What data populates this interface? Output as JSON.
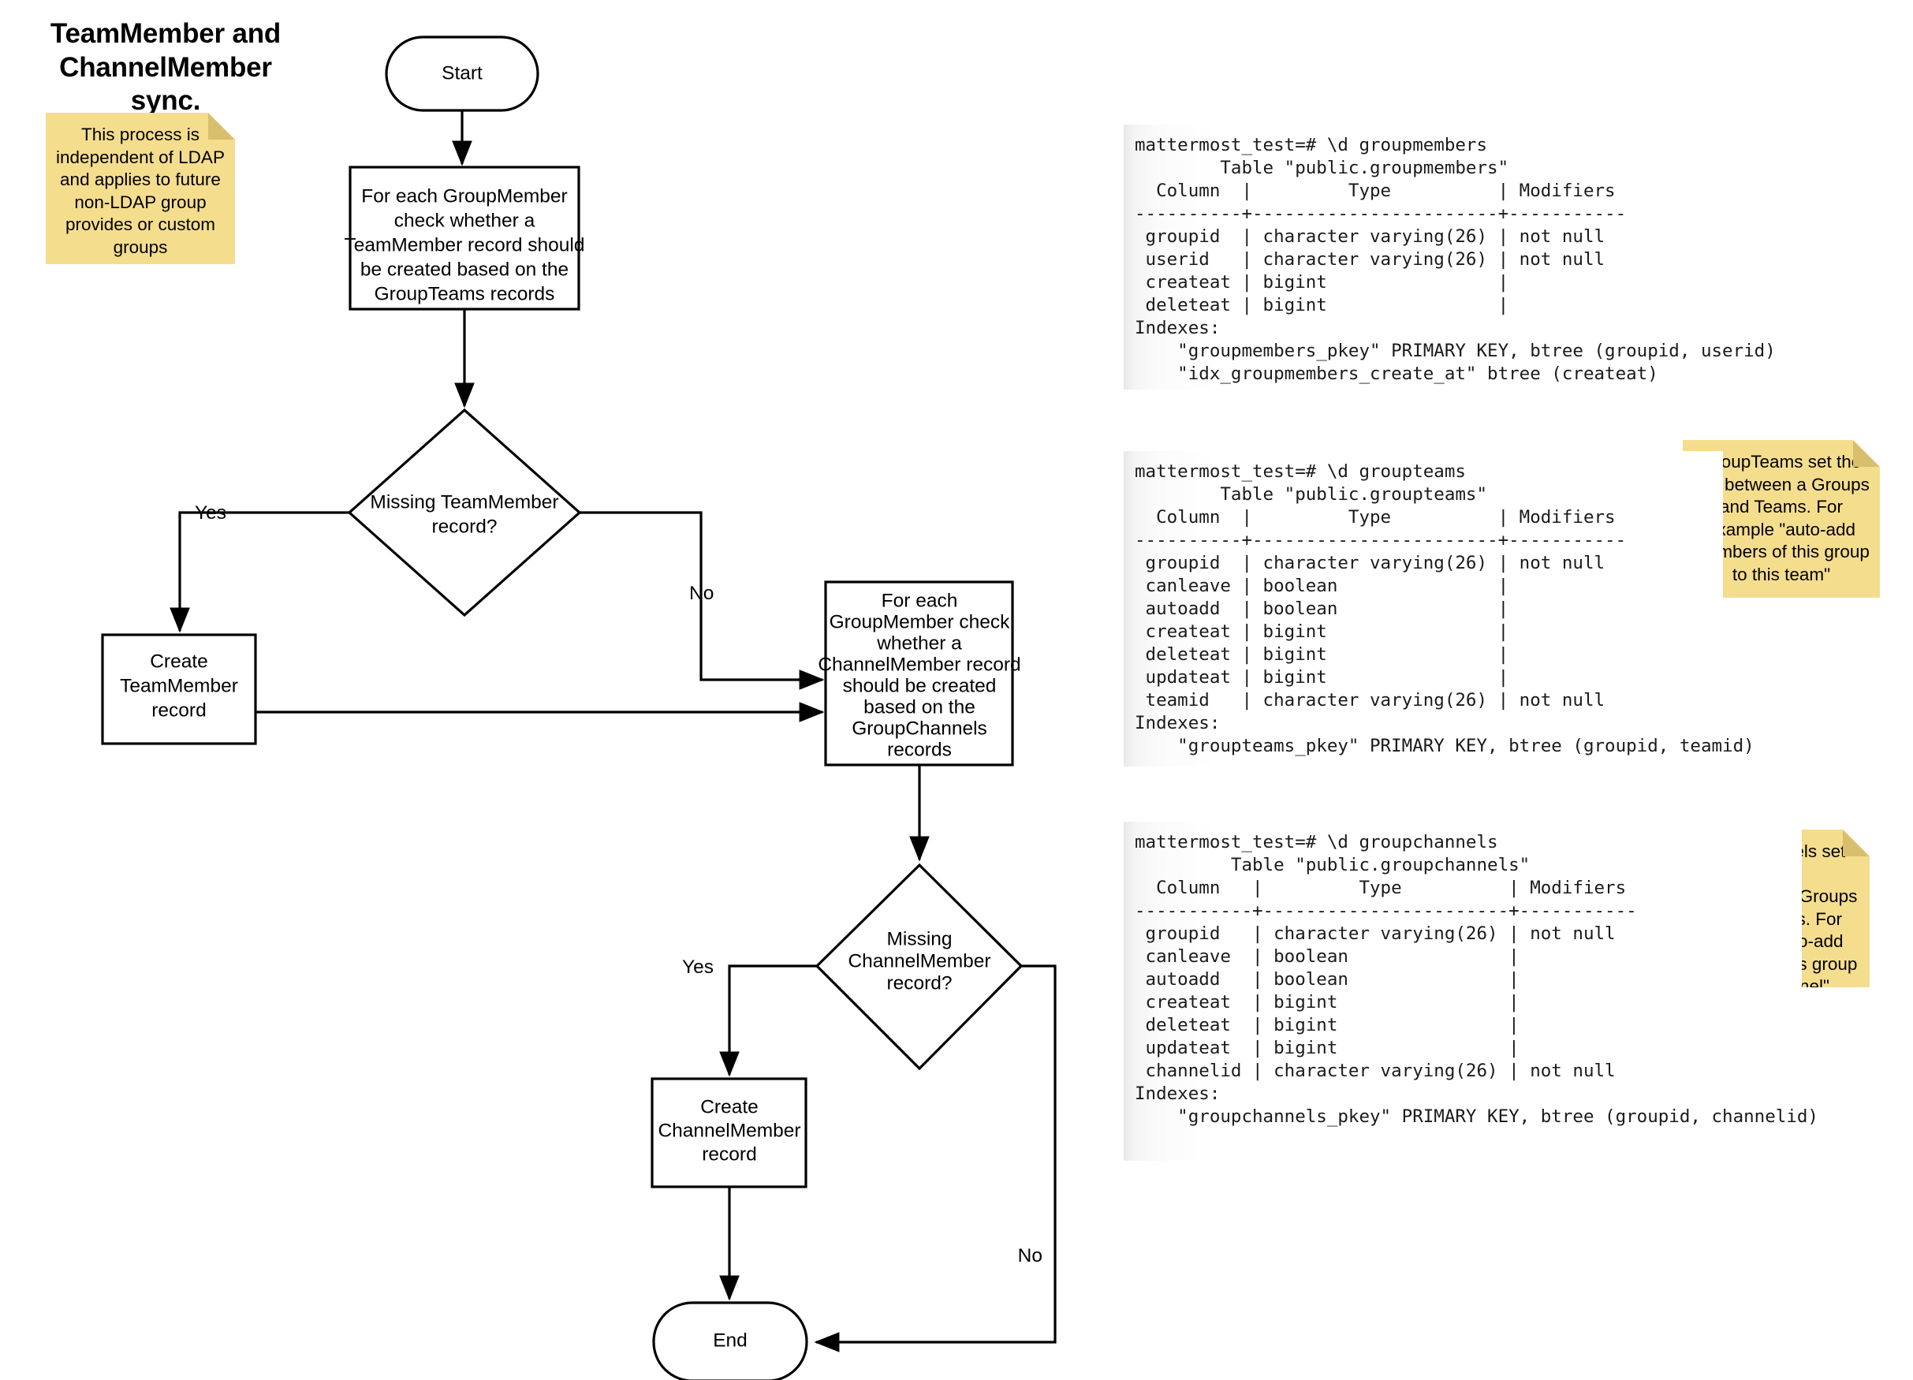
{
  "diagram": {
    "title_line1": "TeamMember and",
    "title_line2": "ChannelMember sync.",
    "nodes": {
      "start": "Start",
      "end": "End",
      "process_teammember": "For each GroupMember check whether a TeamMember record should be created based on the GroupTeams records",
      "process_teammember_lines": [
        "For each GroupMember",
        "check whether a",
        "TeamMember record should",
        "be created based on the",
        "GroupTeams records"
      ],
      "decision_teammember_lines": [
        "Missing TeamMember",
        "record?"
      ],
      "create_teammember_lines": [
        "Create",
        "TeamMember",
        "record"
      ],
      "process_channelmember_lines": [
        "For each",
        "GroupMember check",
        "whether a",
        "ChannelMember record",
        "should be created",
        "based on the",
        "GroupChannels",
        "records"
      ],
      "decision_channelmember_lines": [
        "Missing",
        "ChannelMember",
        "record?"
      ],
      "create_channelmember_lines": [
        "Create",
        "ChannelMember",
        "record"
      ]
    },
    "edge_labels": {
      "yes_teammember": "Yes",
      "no_teammember": "No",
      "yes_channelmember": "Yes",
      "no_channelmember": "No"
    }
  },
  "sticky_notes": [
    {
      "id": "ldap-note",
      "color": "#f5dd8e",
      "lines": [
        "This process is",
        "independent of LDAP",
        "and applies to future",
        "non-LDAP group",
        "provides or custom",
        "groups"
      ]
    },
    {
      "id": "groupteams-note",
      "color": "#f5dd8e",
      "lines": [
        "GroupTeams set the",
        "link between a Groups",
        "and Teams. For",
        "example \"auto-add",
        "members of this group",
        "to this team\""
      ]
    },
    {
      "id": "groupchannels-note",
      "color": "#f5dd8e",
      "lines": [
        "GroupChannels set the",
        "link between a Groups",
        "and Channels. For",
        "example \"auto-add",
        "members of this group",
        "to this channel\""
      ]
    }
  ],
  "terminals": [
    {
      "id": "groupmembers",
      "prompt": "mattermost_test=# \\d groupmembers",
      "text": "mattermost_test=# \\d groupmembers\n        Table \"public.groupmembers\"\n  Column  |         Type          | Modifiers\n----------+-----------------------+-----------\n groupid  | character varying(26) | not null\n userid   | character varying(26) | not null\n createat | bigint                |\n deleteat | bigint                |\nIndexes:\n    \"groupmembers_pkey\" PRIMARY KEY, btree (groupid, userid)\n    \"idx_groupmembers_create_at\" btree (createat)",
      "table_name": "public.groupmembers",
      "headers": [
        "Column",
        "Type",
        "Modifiers"
      ],
      "rows": [
        [
          "groupid",
          "character varying(26)",
          "not null"
        ],
        [
          "userid",
          "character varying(26)",
          "not null"
        ],
        [
          "createat",
          "bigint",
          ""
        ],
        [
          "deleteat",
          "bigint",
          ""
        ]
      ],
      "indexes": [
        "\"groupmembers_pkey\" PRIMARY KEY, btree (groupid, userid)",
        "\"idx_groupmembers_create_at\" btree (createat)"
      ]
    },
    {
      "id": "groupteams",
      "prompt": "mattermost_test=# \\d groupteams",
      "text": "mattermost_test=# \\d groupteams\n        Table \"public.groupteams\"\n  Column  |         Type          | Modifiers\n----------+-----------------------+-----------\n groupid  | character varying(26) | not null\n canleave | boolean               |\n autoadd  | boolean               |\n createat | bigint                |\n deleteat | bigint                |\n updateat | bigint                |\n teamid   | character varying(26) | not null\nIndexes:\n    \"groupteams_pkey\" PRIMARY KEY, btree (groupid, teamid)",
      "table_name": "public.groupteams",
      "headers": [
        "Column",
        "Type",
        "Modifiers"
      ],
      "rows": [
        [
          "groupid",
          "character varying(26)",
          "not null"
        ],
        [
          "canleave",
          "boolean",
          ""
        ],
        [
          "autoadd",
          "boolean",
          ""
        ],
        [
          "createat",
          "bigint",
          ""
        ],
        [
          "deleteat",
          "bigint",
          ""
        ],
        [
          "updateat",
          "bigint",
          ""
        ],
        [
          "teamid",
          "character varying(26)",
          "not null"
        ]
      ],
      "indexes": [
        "\"groupteams_pkey\" PRIMARY KEY, btree (groupid, teamid)"
      ]
    },
    {
      "id": "groupchannels",
      "prompt": "mattermost_test=# \\d groupchannels",
      "text": "mattermost_test=# \\d groupchannels\n         Table \"public.groupchannels\"\n  Column   |         Type          | Modifiers\n-----------+-----------------------+-----------\n groupid   | character varying(26) | not null\n canleave  | boolean               |\n autoadd   | boolean               |\n createat  | bigint                |\n deleteat  | bigint                |\n updateat  | bigint                |\n channelid | character varying(26) | not null\nIndexes:\n    \"groupchannels_pkey\" PRIMARY KEY, btree (groupid, channelid)",
      "table_name": "public.groupchannels",
      "headers": [
        "Column",
        "Type",
        "Modifiers"
      ],
      "rows": [
        [
          "groupid",
          "character varying(26)",
          "not null"
        ],
        [
          "canleave",
          "boolean",
          ""
        ],
        [
          "autoadd",
          "boolean",
          ""
        ],
        [
          "createat",
          "bigint",
          ""
        ],
        [
          "deleteat",
          "bigint",
          ""
        ],
        [
          "updateat",
          "bigint",
          ""
        ],
        [
          "channelid",
          "character varying(26)",
          "not null"
        ]
      ],
      "indexes": [
        "\"groupchannels_pkey\" PRIMARY KEY, btree (groupid, channelid)"
      ]
    }
  ]
}
